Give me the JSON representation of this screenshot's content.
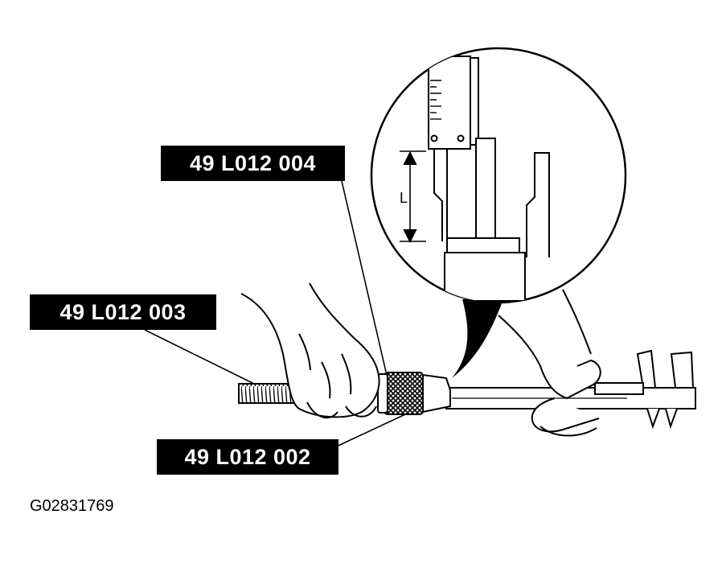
{
  "callouts": {
    "part_004": "49 L012 004",
    "part_003": "49 L012 003",
    "part_002": "49 L012 002"
  },
  "detail_view": {
    "dimension_label": "L"
  },
  "figure_id": "G02831769",
  "colors": {
    "ink": "#000000",
    "paper": "#ffffff"
  }
}
